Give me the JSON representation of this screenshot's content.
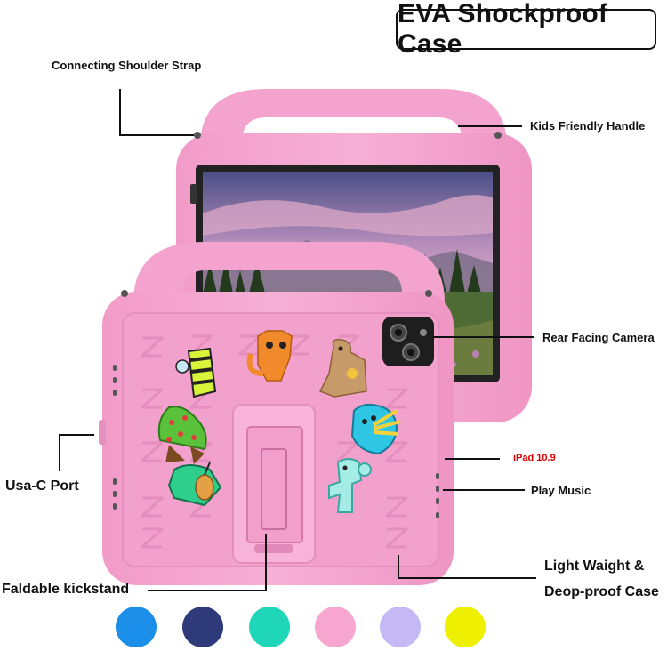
{
  "title": "EVA Shockproof Case",
  "callouts": {
    "shoulder_strap": "Connecting Shoulder Strap",
    "handle": "Kids Friendly Handle",
    "camera": "Rear Facing Camera",
    "model": "iPad 10.9",
    "port": "Usa-C Port",
    "music": "Play Music",
    "weight_line1": "Light Waight &",
    "weight_line2": "Deop-proof Case",
    "kickstand": "Faldable kickstand"
  },
  "colors": {
    "case": "#f4a3cf",
    "case_dark": "#e58fbe",
    "swatches": [
      "#1a8ee8",
      "#2e3a7a",
      "#1fd6b8",
      "#f7a6cf",
      "#c4b8f5",
      "#eef000"
    ]
  },
  "icons": [
    "tiger-sticker",
    "fox-sticker",
    "kangaroo-sticker",
    "tree-sticker",
    "shell-sticker",
    "violin-sticker",
    "elephant-sticker"
  ]
}
